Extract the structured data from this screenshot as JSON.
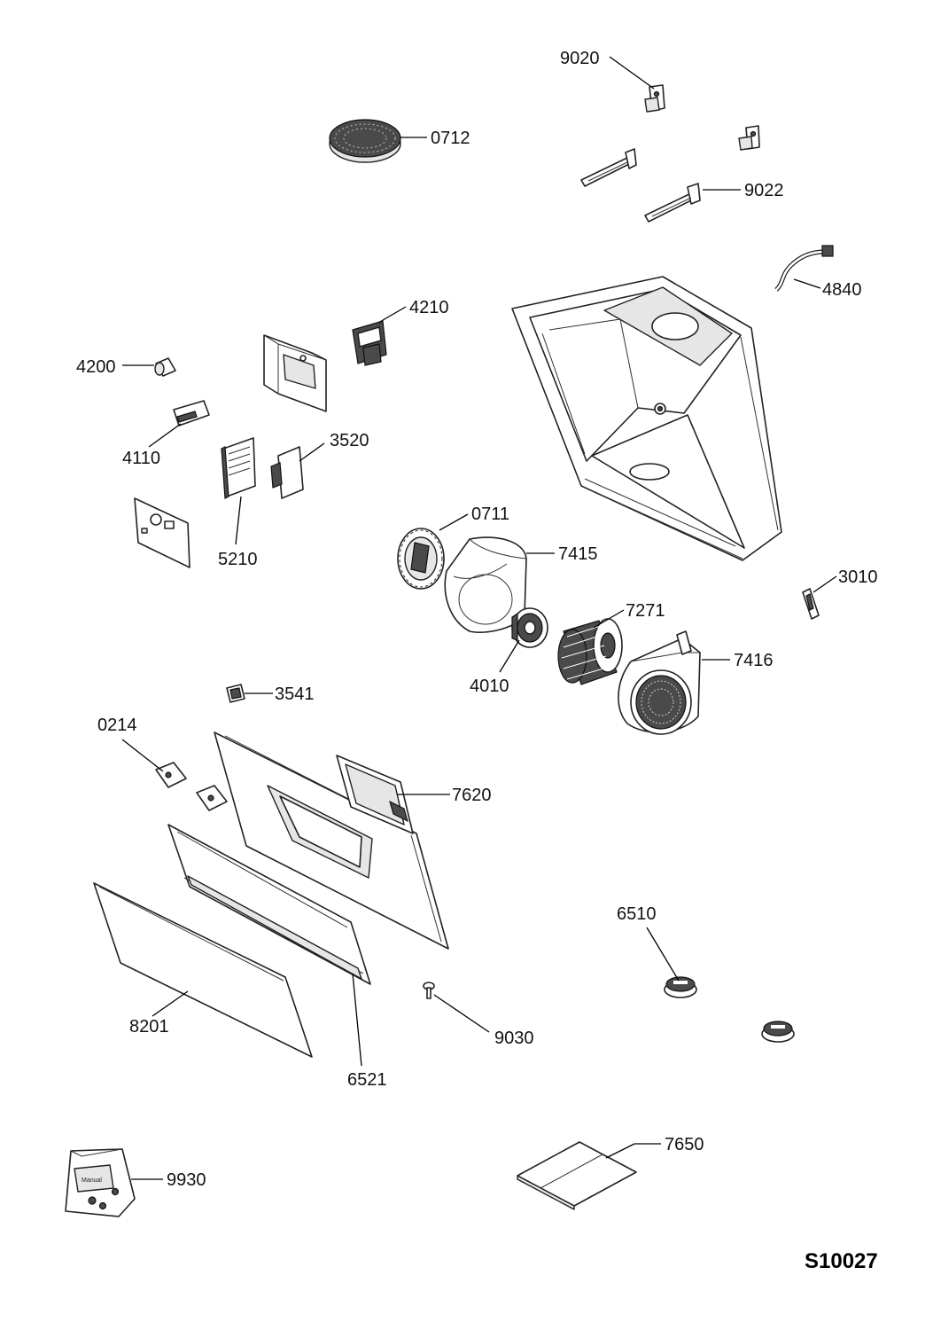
{
  "drawing_code": "S10027",
  "labels": {
    "l9020": "9020",
    "l0712": "0712",
    "l9022": "9022",
    "l4840": "4840",
    "l4210": "4210",
    "l4200": "4200",
    "l4110": "4110",
    "l3520": "3520",
    "l5210": "5210",
    "l0711": "0711",
    "l7415": "7415",
    "l3010": "3010",
    "l7271": "7271",
    "l4010": "4010",
    "l7416": "7416",
    "l3541": "3541",
    "l0214": "0214",
    "l7620": "7620",
    "l6510": "6510",
    "l8201": "8201",
    "l9030": "9030",
    "l6521": "6521",
    "l7650": "7650",
    "l9930": "9930"
  },
  "bag_text": "Manual"
}
